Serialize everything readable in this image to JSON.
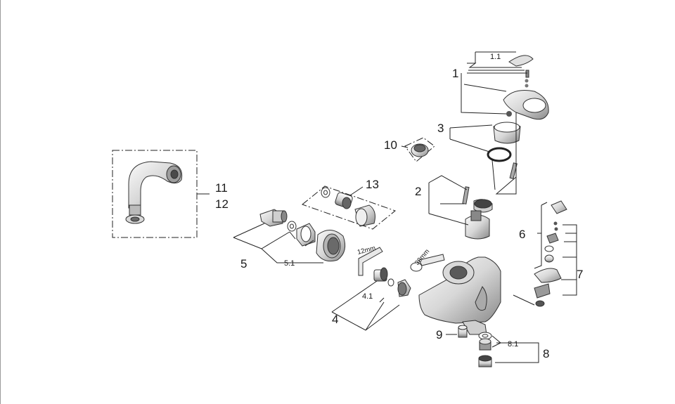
{
  "diagram": {
    "labels": {
      "l1": "1",
      "l1_1": "1.1",
      "l2": "2",
      "l3": "3",
      "l4": "4",
      "l4_1": "4.1",
      "l5": "5",
      "l5_1": "5.1",
      "l6": "6",
      "l7": "7",
      "l8": "8",
      "l8_1": "8.1",
      "l9": "9",
      "l10": "10",
      "l11": "11",
      "l12": "12",
      "l13": "13"
    },
    "tool_labels": {
      "hex_key": "12mm",
      "socket": "30mm"
    },
    "colors": {
      "line": "#222222",
      "part_light": "#e8e8e8",
      "part_mid": "#bdbdbd",
      "part_dark": "#5a5a5a"
    }
  }
}
